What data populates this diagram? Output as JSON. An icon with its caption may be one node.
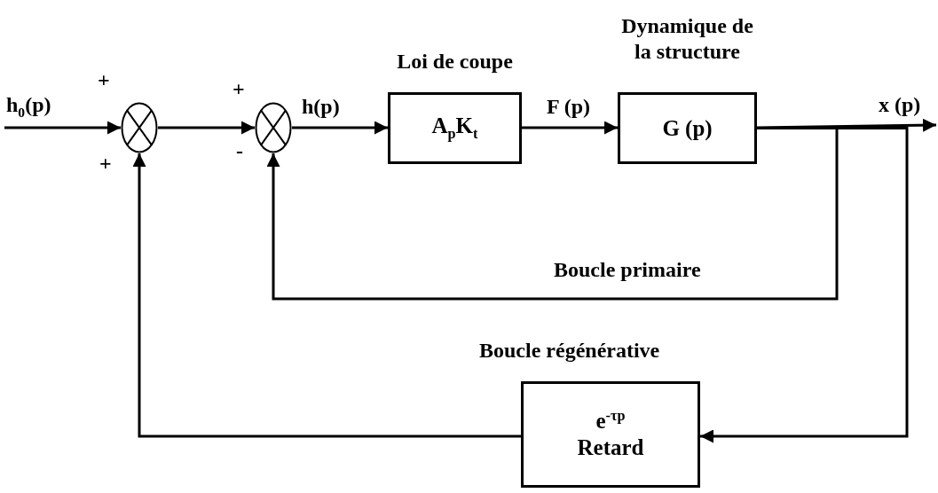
{
  "diagram": {
    "nodes": [
      {
        "text": [],
        "shape": "circle"
      },
      {
        "text": [],
        "shape": "circle"
      },
      {
        "text": [
          "Loi de coupe",
          "A$_{p}$K$_{t}$"
        ]
      },
      {
        "text": [
          "Dynamique de la structure",
          "G (p)"
        ]
      },
      {
        "text": [
          "e$^{-τp}$",
          "Retard"
        ]
      }
    ],
    "edges": [
      {
        "from": null,
        "to": 0,
        "arrow": "to",
        "label": "h$_{0}$(p)"
      },
      {
        "from": 0,
        "to": 1,
        "arrow": "to"
      },
      {
        "from": 1,
        "to": 2,
        "arrow": "to",
        "label": "h(p)"
      },
      {
        "from": 2,
        "to": 3,
        "arrow": "to",
        "label": "F (p)"
      },
      {
        "from": 3,
        "to": null,
        "arrow": "to",
        "label": "x (p)"
      },
      {
        "from": 3,
        "to": 1,
        "arrow": "to",
        "label": "Boucle primaire"
      },
      {
        "from": 3,
        "to": 4,
        "arrow": "to"
      },
      {
        "from": 4,
        "to": 0,
        "arrow": "to"
      }
    ],
    "labels": [
      "+",
      "+",
      "+",
      "-",
      "Boucle régénérative"
    ]
  }
}
